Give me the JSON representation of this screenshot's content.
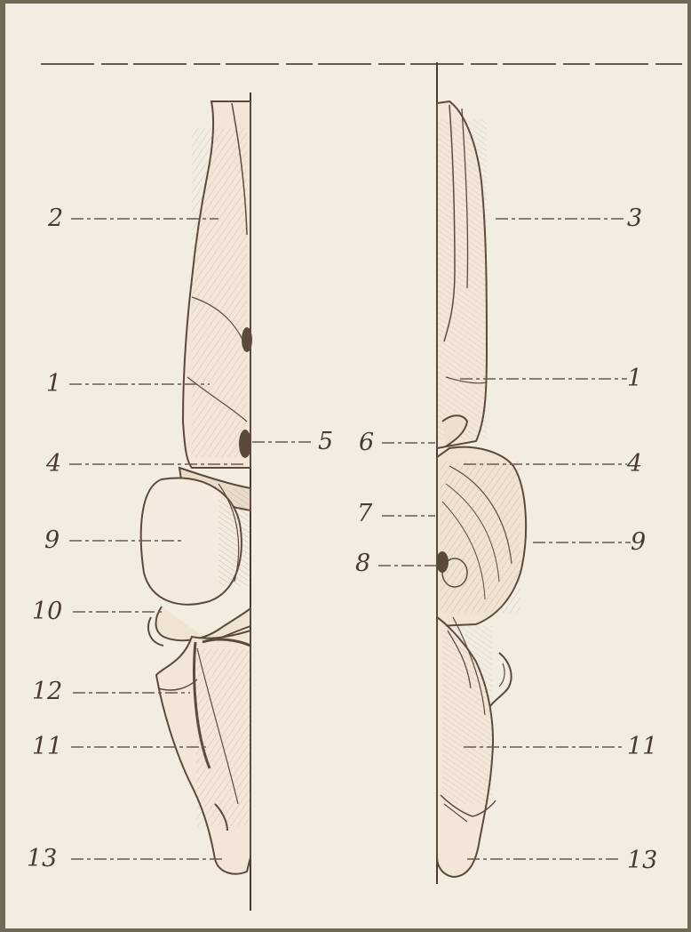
{
  "diagram": {
    "colors": {
      "paper": "#f3ece0",
      "ink": "#5b4a3c",
      "shade": "#9a8674",
      "frame": "#6f6a55"
    },
    "left_labels": {
      "l2": "2",
      "l1": "1",
      "l4": "4",
      "l9": "9",
      "l10": "10",
      "l12": "12",
      "l11": "11",
      "l13": "13",
      "l5": "5"
    },
    "right_labels": {
      "r3": "3",
      "r1": "1",
      "r6": "6",
      "r4": "4",
      "r7": "7",
      "r8": "8",
      "r9": "9",
      "r11": "11",
      "r13": "13"
    }
  }
}
